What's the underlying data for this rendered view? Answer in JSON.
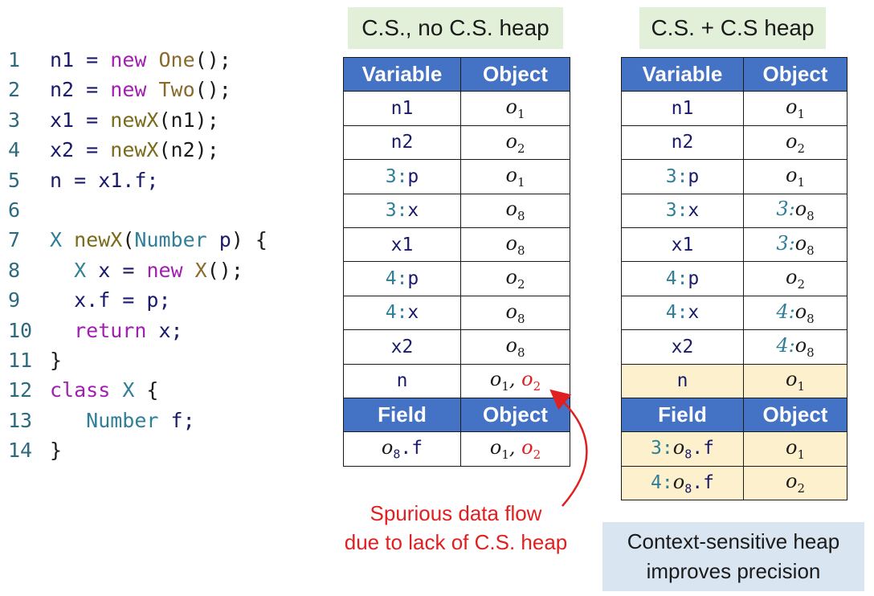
{
  "code": {
    "line_numbers": [
      "1",
      "2",
      "3",
      "4",
      "5",
      "6",
      "7",
      "8",
      "9",
      "10",
      "11",
      "12",
      "13",
      "14"
    ],
    "lines": [
      [
        {
          "t": "n1 = ",
          "c": "var"
        },
        {
          "t": "new ",
          "c": "kw"
        },
        {
          "t": "One",
          "c": "cls"
        },
        {
          "t": "();",
          "c": "op"
        }
      ],
      [
        {
          "t": "n2 = ",
          "c": "var"
        },
        {
          "t": "new ",
          "c": "kw"
        },
        {
          "t": "Two",
          "c": "cls"
        },
        {
          "t": "();",
          "c": "op"
        }
      ],
      [
        {
          "t": "x1 = ",
          "c": "var"
        },
        {
          "t": "newX",
          "c": "fn"
        },
        {
          "t": "(n1);",
          "c": "op"
        }
      ],
      [
        {
          "t": "x2 = ",
          "c": "var"
        },
        {
          "t": "newX",
          "c": "fn"
        },
        {
          "t": "(n2);",
          "c": "op"
        }
      ],
      [
        {
          "t": "n = x1.f;",
          "c": "var"
        }
      ],
      [],
      [
        {
          "t": "X ",
          "c": "type"
        },
        {
          "t": "newX",
          "c": "fn"
        },
        {
          "t": "(",
          "c": "op"
        },
        {
          "t": "Number ",
          "c": "type"
        },
        {
          "t": "p",
          "c": "var"
        },
        {
          "t": ") {",
          "c": "op"
        }
      ],
      [
        {
          "t": "  X ",
          "c": "type"
        },
        {
          "t": "x = ",
          "c": "var"
        },
        {
          "t": "new ",
          "c": "kw"
        },
        {
          "t": "X",
          "c": "cls"
        },
        {
          "t": "();",
          "c": "op"
        }
      ],
      [
        {
          "t": "  x.f = p;",
          "c": "var"
        }
      ],
      [
        {
          "t": "  return ",
          "c": "kw"
        },
        {
          "t": "x;",
          "c": "var"
        }
      ],
      [
        {
          "t": "}",
          "c": "op"
        }
      ],
      [
        {
          "t": "class ",
          "c": "kw"
        },
        {
          "t": "X ",
          "c": "type"
        },
        {
          "t": "{",
          "c": "op"
        }
      ],
      [
        {
          "t": "   Number ",
          "c": "type"
        },
        {
          "t": "f;",
          "c": "var"
        }
      ],
      [
        {
          "t": "}",
          "c": "op"
        }
      ]
    ]
  },
  "left": {
    "heading": "C.S., no C.S. heap",
    "var_header": {
      "variable": "Variable",
      "object": "Object"
    },
    "rows": [
      {
        "ctx": "",
        "var": "n1",
        "obj": [
          {
            "o": "o",
            "s": "1"
          }
        ]
      },
      {
        "ctx": "",
        "var": "n2",
        "obj": [
          {
            "o": "o",
            "s": "2"
          }
        ]
      },
      {
        "ctx": "3",
        "var": "p",
        "obj": [
          {
            "o": "o",
            "s": "1"
          }
        ]
      },
      {
        "ctx": "3",
        "var": "x",
        "obj": [
          {
            "o": "o",
            "s": "8"
          }
        ]
      },
      {
        "ctx": "",
        "var": "x1",
        "obj": [
          {
            "o": "o",
            "s": "8"
          }
        ]
      },
      {
        "ctx": "4",
        "var": "p",
        "obj": [
          {
            "o": "o",
            "s": "2"
          }
        ]
      },
      {
        "ctx": "4",
        "var": "x",
        "obj": [
          {
            "o": "o",
            "s": "8"
          }
        ]
      },
      {
        "ctx": "",
        "var": "x2",
        "obj": [
          {
            "o": "o",
            "s": "8"
          }
        ]
      },
      {
        "ctx": "",
        "var": "n",
        "obj": [
          {
            "o": "o",
            "s": "1"
          },
          {
            "o": "o",
            "s": "2",
            "red": true
          }
        ]
      }
    ],
    "field_header": {
      "field": "Field",
      "object": "Object"
    },
    "fields": [
      {
        "ctx": "",
        "base": "o",
        "sub": "8",
        "name": ".f",
        "obj": [
          {
            "o": "o",
            "s": "1"
          },
          {
            "o": "o",
            "s": "2",
            "red": true
          }
        ]
      }
    ]
  },
  "right": {
    "heading": "C.S. + C.S heap",
    "var_header": {
      "variable": "Variable",
      "object": "Object"
    },
    "rows": [
      {
        "ctx": "",
        "var": "n1",
        "obj": [
          {
            "o": "o",
            "s": "1"
          }
        ]
      },
      {
        "ctx": "",
        "var": "n2",
        "obj": [
          {
            "o": "o",
            "s": "2"
          }
        ]
      },
      {
        "ctx": "3",
        "var": "p",
        "obj": [
          {
            "o": "o",
            "s": "1"
          }
        ]
      },
      {
        "ctx": "3",
        "var": "x",
        "obj": [
          {
            "ctx": "3",
            "o": "o",
            "s": "8"
          }
        ]
      },
      {
        "ctx": "",
        "var": "x1",
        "obj": [
          {
            "ctx": "3",
            "o": "o",
            "s": "8"
          }
        ]
      },
      {
        "ctx": "4",
        "var": "p",
        "obj": [
          {
            "o": "o",
            "s": "2"
          }
        ]
      },
      {
        "ctx": "4",
        "var": "x",
        "obj": [
          {
            "ctx": "4",
            "o": "o",
            "s": "8"
          }
        ]
      },
      {
        "ctx": "",
        "var": "x2",
        "obj": [
          {
            "ctx": "4",
            "o": "o",
            "s": "8"
          }
        ]
      },
      {
        "ctx": "",
        "var": "n",
        "obj": [
          {
            "o": "o",
            "s": "1"
          }
        ],
        "highlight": true
      }
    ],
    "field_header": {
      "field": "Field",
      "object": "Object"
    },
    "fields": [
      {
        "ctx": "3",
        "base": "o",
        "sub": "8",
        "name": ".f",
        "obj": [
          {
            "o": "o",
            "s": "1"
          }
        ],
        "highlight": true
      },
      {
        "ctx": "4",
        "base": "o",
        "sub": "8",
        "name": ".f",
        "obj": [
          {
            "o": "o",
            "s": "2"
          }
        ],
        "highlight": true
      }
    ]
  },
  "notes": {
    "spurious": [
      "Spurious data flow",
      "due to lack of C.S. heap"
    ],
    "cs_heap": [
      "Context-sensitive heap",
      "improves precision"
    ]
  },
  "colors": {
    "header_blue": "#4472c4",
    "highlight": "#fdf0cc",
    "heading_green": "#e2f0d9",
    "note_blue": "#dae5f2",
    "red": "#e02020"
  }
}
